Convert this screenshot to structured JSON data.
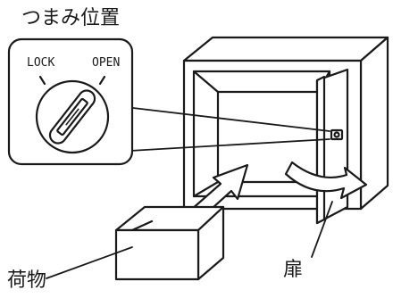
{
  "labels": {
    "knob_position": "つまみ位置",
    "lock": "LOCK",
    "open": "OPEN",
    "door": "扉",
    "cargo": "荷物"
  },
  "colors": {
    "line": "#1a1a1a",
    "background": "#ffffff"
  }
}
